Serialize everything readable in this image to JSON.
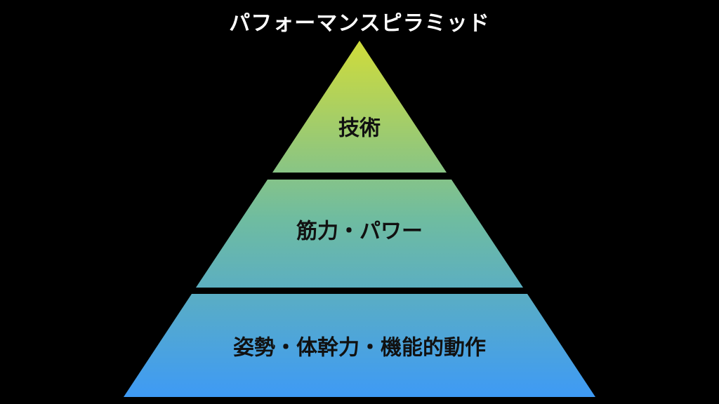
{
  "title": "パフォーマンスピラミッド",
  "tiers": [
    {
      "label": "技術"
    },
    {
      "label": "筋力・パワー"
    },
    {
      "label": "姿勢・体幹力・機能的動作"
    }
  ],
  "colors": {
    "background": "#000000",
    "gradient_top": "#d0dc3a",
    "gradient_mid": "#6fbca0",
    "gradient_bottom": "#3e9af5",
    "label": "#111111",
    "title": "#ffffff"
  }
}
